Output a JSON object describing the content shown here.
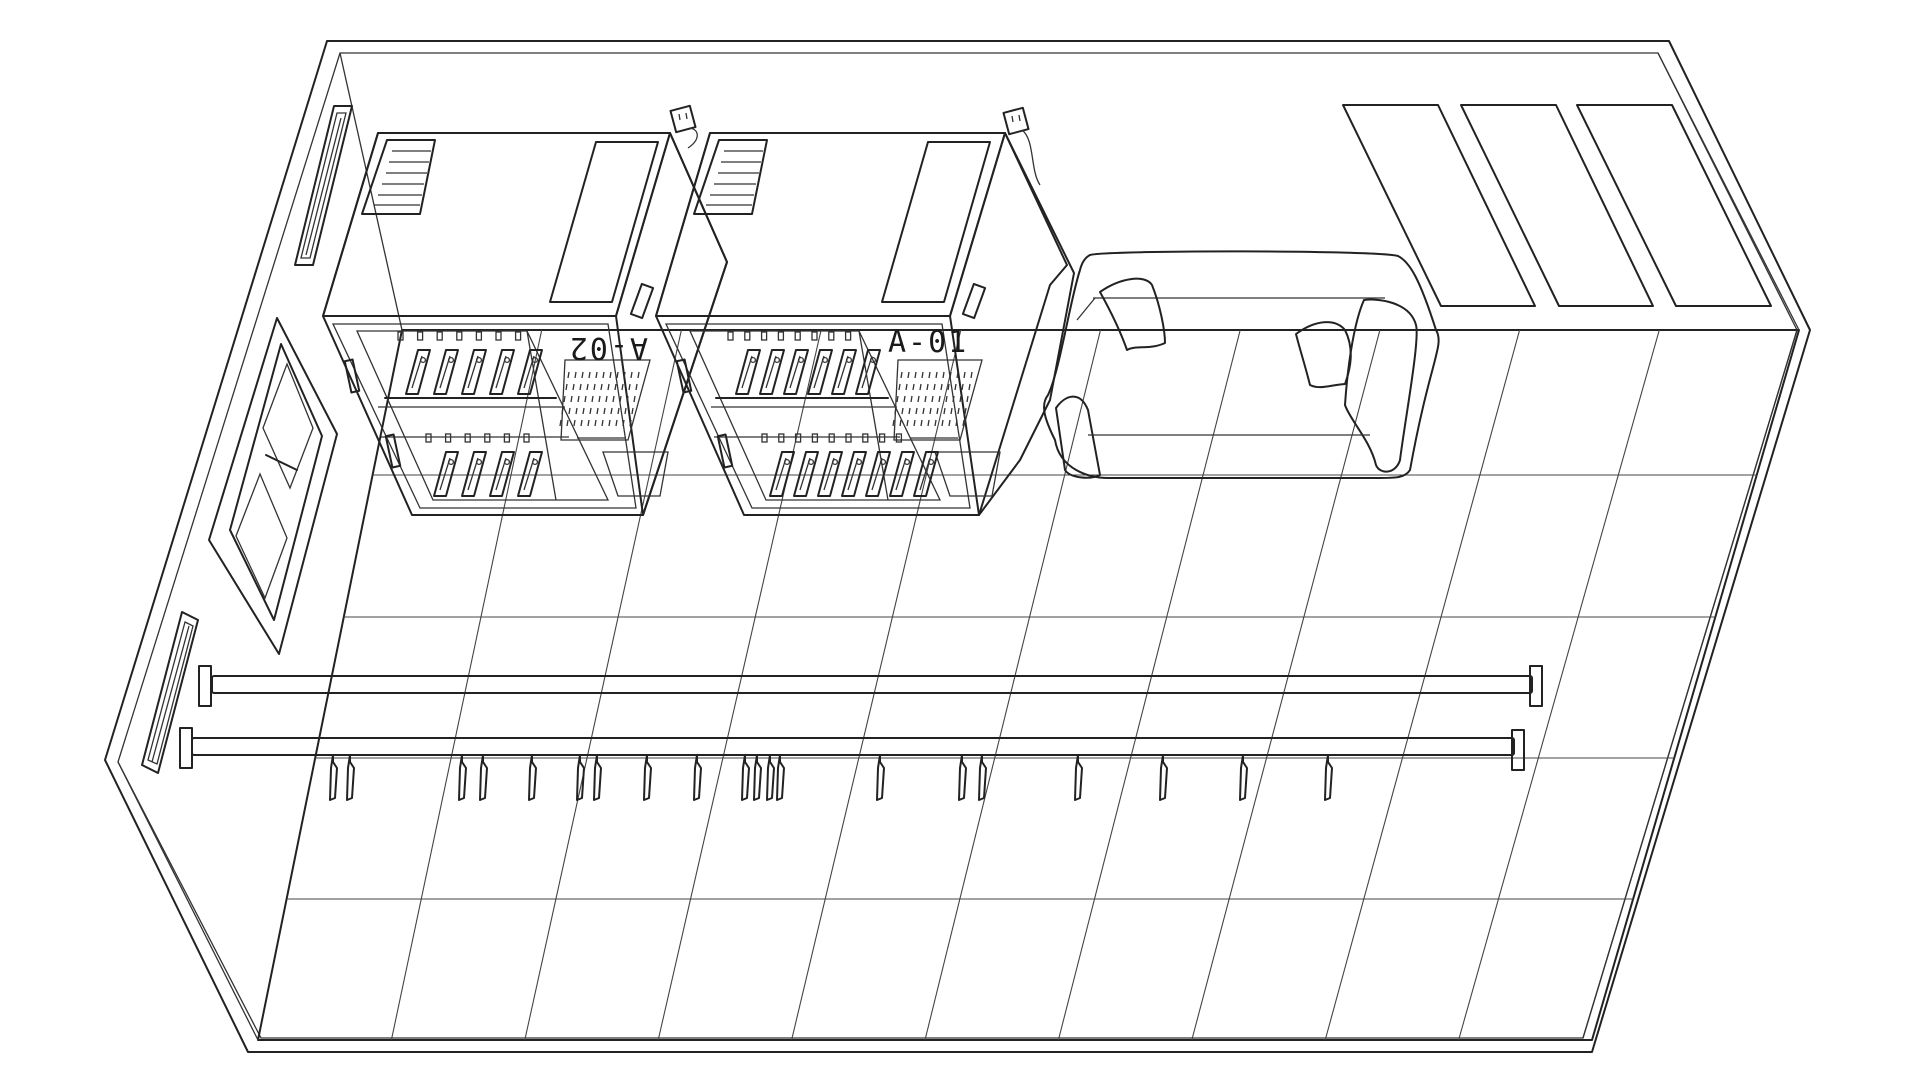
{
  "colors": {
    "background": "#ffffff",
    "outline": "#222222",
    "rack_fill": "#fbe4fb",
    "sofa_fill": "#e3fbf1",
    "window_fill": "#e4f8fd",
    "rail_fill": "#fdf3e6"
  },
  "racks": [
    {
      "label": "A-02",
      "top_drives": 5,
      "bottom_drives": 4
    },
    {
      "label": "A-01",
      "top_drives": 6,
      "bottom_drives": 7
    }
  ],
  "icons": {
    "power_outlet": "power-outlet-icon",
    "vent": "vent-icon",
    "pillow": "pillow-icon",
    "hook": "hook-icon"
  }
}
